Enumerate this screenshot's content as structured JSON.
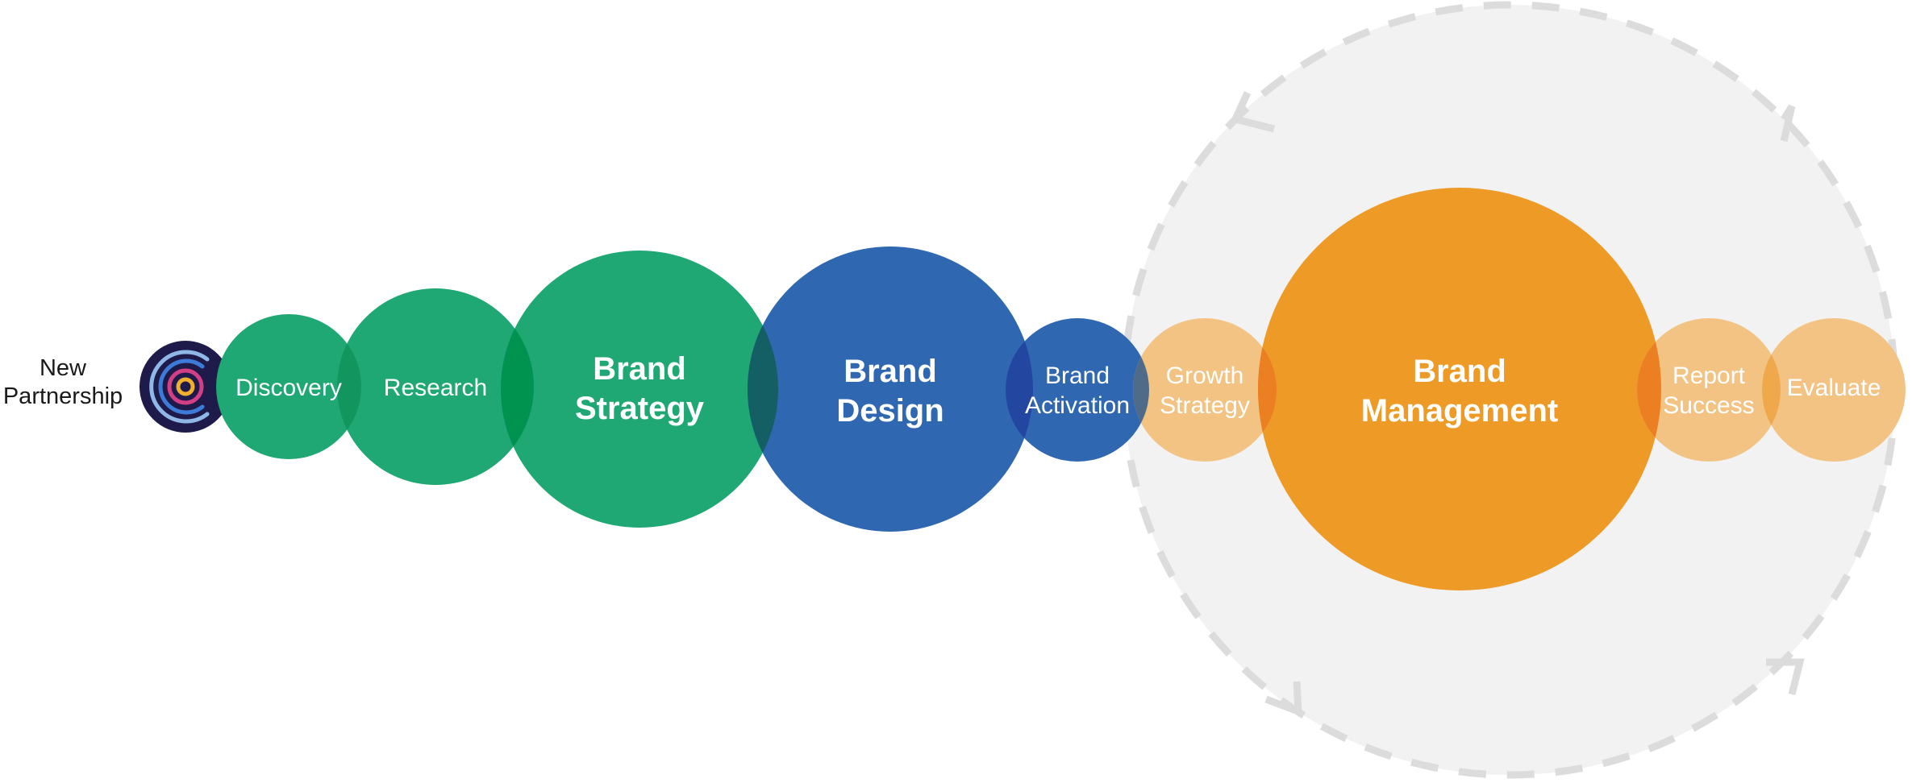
{
  "start": {
    "label_line1": "New",
    "label_line2": "Partnership",
    "logo_icon": "concentric-rings-logo-icon"
  },
  "phases": {
    "discovery": {
      "label": "Discovery"
    },
    "research": {
      "label": "Research"
    },
    "brand_strategy": {
      "line1": "Brand",
      "line2": "Strategy"
    },
    "brand_design": {
      "line1": "Brand",
      "line2": "Design"
    },
    "brand_activation": {
      "line1": "Brand",
      "line2": "Activation"
    }
  },
  "cycle": {
    "growth_strategy": {
      "line1": "Growth",
      "line2": "Strategy"
    },
    "brand_management": {
      "line1": "Brand",
      "line2": "Management"
    },
    "report_success": {
      "line1": "Report",
      "line2": "Success"
    },
    "evaluate": {
      "label": "Evaluate"
    },
    "cycle_icon": "dashed-cycle-arrows"
  },
  "colors": {
    "green": "#1fa874",
    "blue": "#2f67b1",
    "orange": "#ee9a26",
    "light_orange": "#f3c383",
    "navy": "#1e1b4b",
    "cycle_bg": "#f2f2f2",
    "cycle_dash": "#dcdcdc"
  }
}
